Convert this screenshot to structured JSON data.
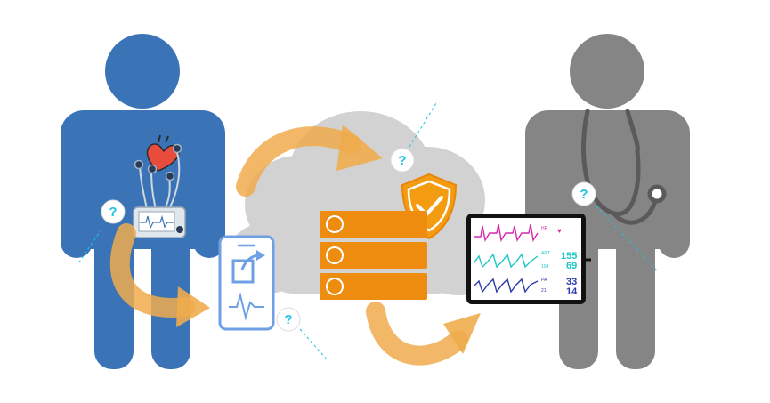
{
  "colors": {
    "patient": "#3b74b6",
    "doctor": "#858585",
    "cloud": "#d2d2d2",
    "arrow": "#f0ac4e",
    "server": "#ee8c10",
    "shield": "#f39c12",
    "phone": "#6fa0e6",
    "question": "#1ec3e6",
    "dashed": "#1ec3e6"
  },
  "question_mark": "?",
  "monitor": {
    "hr_label": "HR",
    "art_label": "ART",
    "art_value_top": "155",
    "art_value_bottom": "69",
    "art_sub": "104",
    "pa_label": "PA",
    "pa_value_top": "33",
    "pa_value_bottom": "14",
    "pa_sub": "21"
  }
}
